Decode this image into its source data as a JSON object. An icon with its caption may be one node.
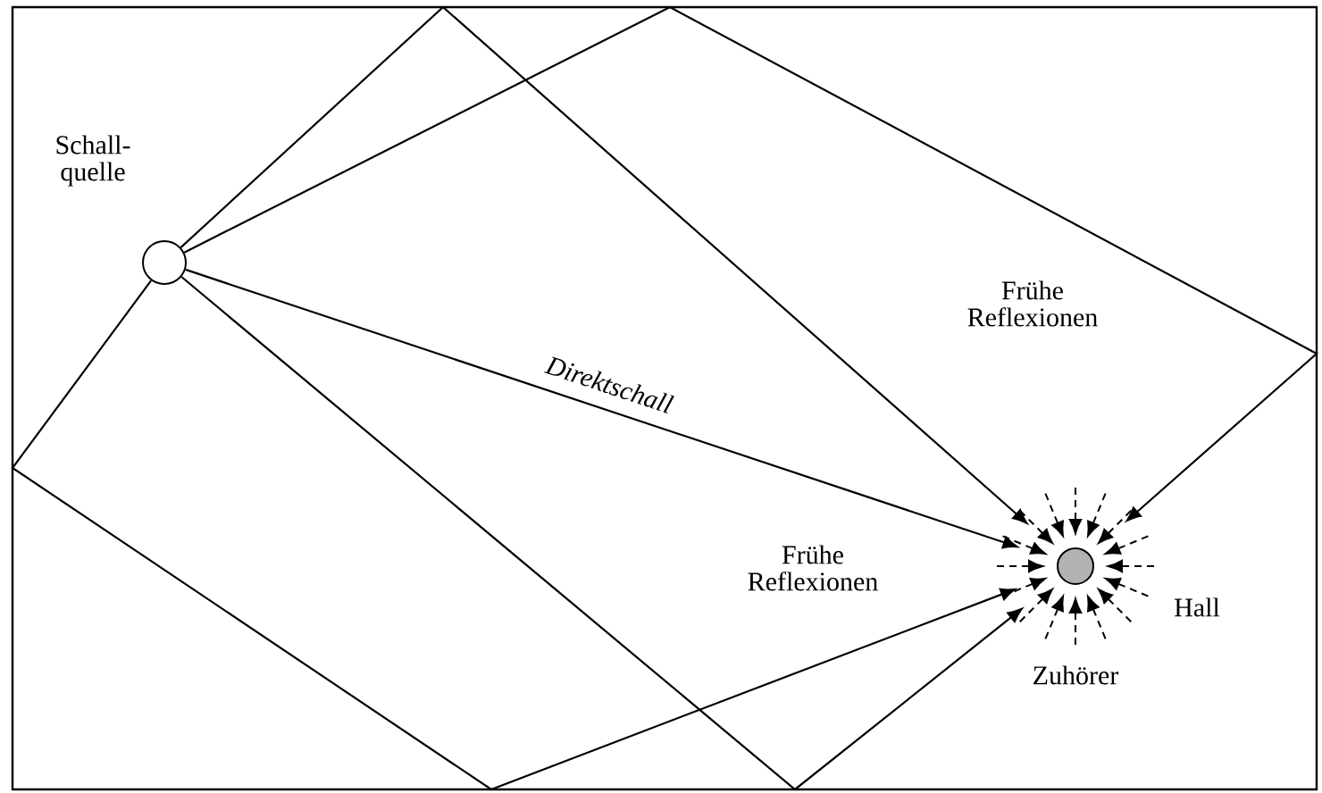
{
  "diagram": {
    "nodes": [
      {
        "text": [],
        "shape": "circle",
        "beside": [
          "Schall- quelle"
        ]
      },
      {
        "text": [],
        "shape": "circle",
        "beside": [
          "Zuhörer"
        ]
      }
    ],
    "edges": [
      {
        "from": 0,
        "to": 1,
        "arrow": "to",
        "label": "Direktschall"
      },
      {
        "from": 0,
        "to": 1,
        "arrow": "to"
      },
      {
        "from": 0,
        "to": 1,
        "arrow": "to"
      },
      {
        "from": 0,
        "to": 1,
        "arrow": "to"
      },
      {
        "from": 0,
        "to": 1,
        "arrow": "to"
      },
      {
        "from": null,
        "to": 1,
        "arrow": "to",
        "style": "dashed"
      },
      {
        "from": null,
        "to": 1,
        "arrow": "to",
        "style": "dashed"
      },
      {
        "from": null,
        "to": 1,
        "arrow": "to",
        "style": "dashed"
      },
      {
        "from": null,
        "to": 1,
        "arrow": "to",
        "style": "dashed"
      },
      {
        "from": null,
        "to": 1,
        "arrow": "to",
        "style": "dashed"
      },
      {
        "from": null,
        "to": 1,
        "arrow": "to",
        "style": "dashed"
      },
      {
        "from": null,
        "to": 1,
        "arrow": "to",
        "style": "dashed"
      },
      {
        "from": null,
        "to": 1,
        "arrow": "to",
        "style": "dashed"
      },
      {
        "from": null,
        "to": 1,
        "arrow": "to",
        "style": "dashed"
      },
      {
        "from": null,
        "to": 1,
        "arrow": "to",
        "style": "dashed"
      },
      {
        "from": null,
        "to": 1,
        "arrow": "to",
        "style": "dashed"
      },
      {
        "from": null,
        "to": 1,
        "arrow": "to",
        "style": "dashed"
      },
      {
        "from": null,
        "to": 1,
        "arrow": "to",
        "style": "dashed"
      },
      {
        "from": null,
        "to": 1,
        "arrow": "to",
        "style": "dashed"
      },
      {
        "from": null,
        "to": 1,
        "arrow": "to",
        "style": "dashed"
      },
      {
        "from": null,
        "to": 1,
        "arrow": "to",
        "style": "dashed"
      }
    ],
    "labels": [
      "Frühe Reflexionen",
      "Frühe Reflexionen",
      "Hall"
    ]
  }
}
